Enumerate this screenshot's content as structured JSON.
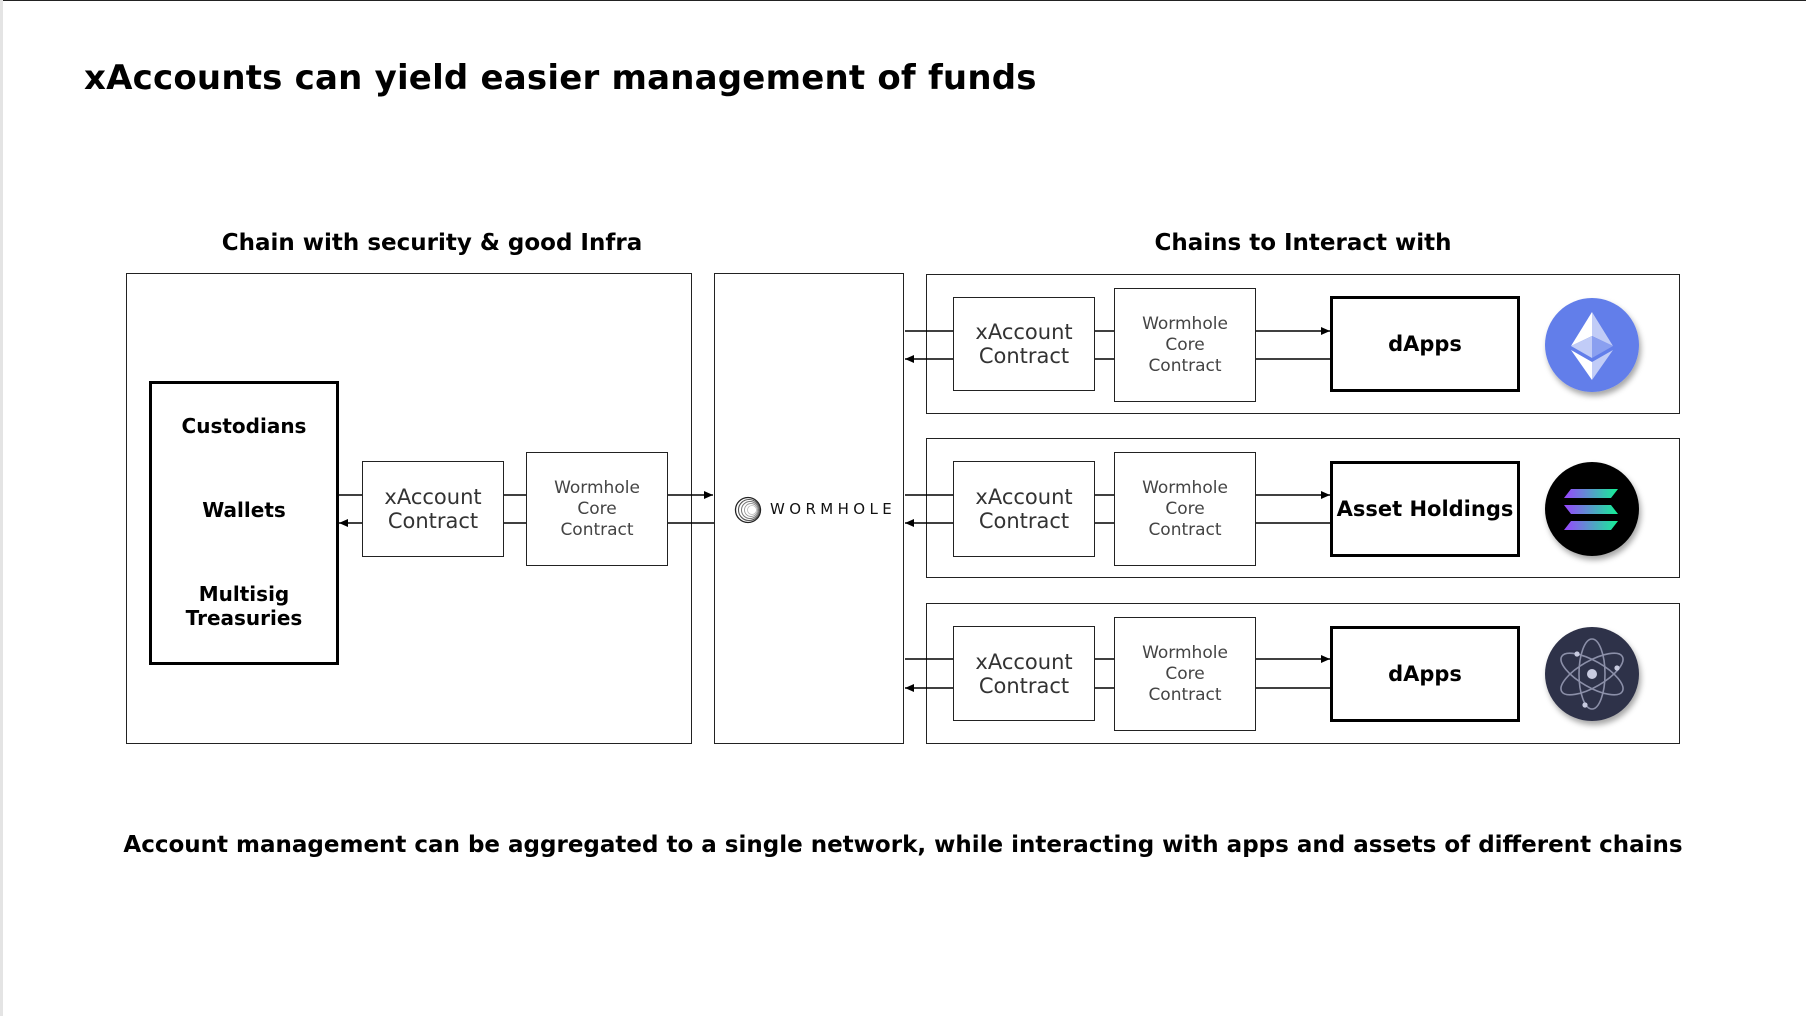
{
  "title": "xAccounts can yield easier management of funds",
  "left_section": {
    "heading": "Chain with security & good Infra",
    "account_sources": [
      "Custodians",
      "Wallets",
      "Multisig Treasuries"
    ],
    "xaccount_label": "xAccount Contract",
    "core_label": "Wormhole Core Contract"
  },
  "bridge": {
    "label": "WORMHOLE",
    "icon": "wormhole-logo-icon"
  },
  "right_section": {
    "heading": "Chains to Interact with",
    "chains": [
      {
        "xaccount_label": "xAccount Contract",
        "core_label": "Wormhole Core Contract",
        "target": "dApps",
        "logo": "ethereum-logo-icon",
        "logo_color": "#627eea"
      },
      {
        "xaccount_label": "xAccount Contract",
        "core_label": "Wormhole Core Contract",
        "target": "Asset Holdings",
        "logo": "solana-logo-icon",
        "logo_color": "#000000"
      },
      {
        "xaccount_label": "xAccount Contract",
        "core_label": "Wormhole Core Contract",
        "target": "dApps",
        "logo": "cosmos-logo-icon",
        "logo_color": "#2e3148"
      }
    ]
  },
  "footer": "Account management can be aggregated to a single network, while interacting with apps and assets of different chains"
}
